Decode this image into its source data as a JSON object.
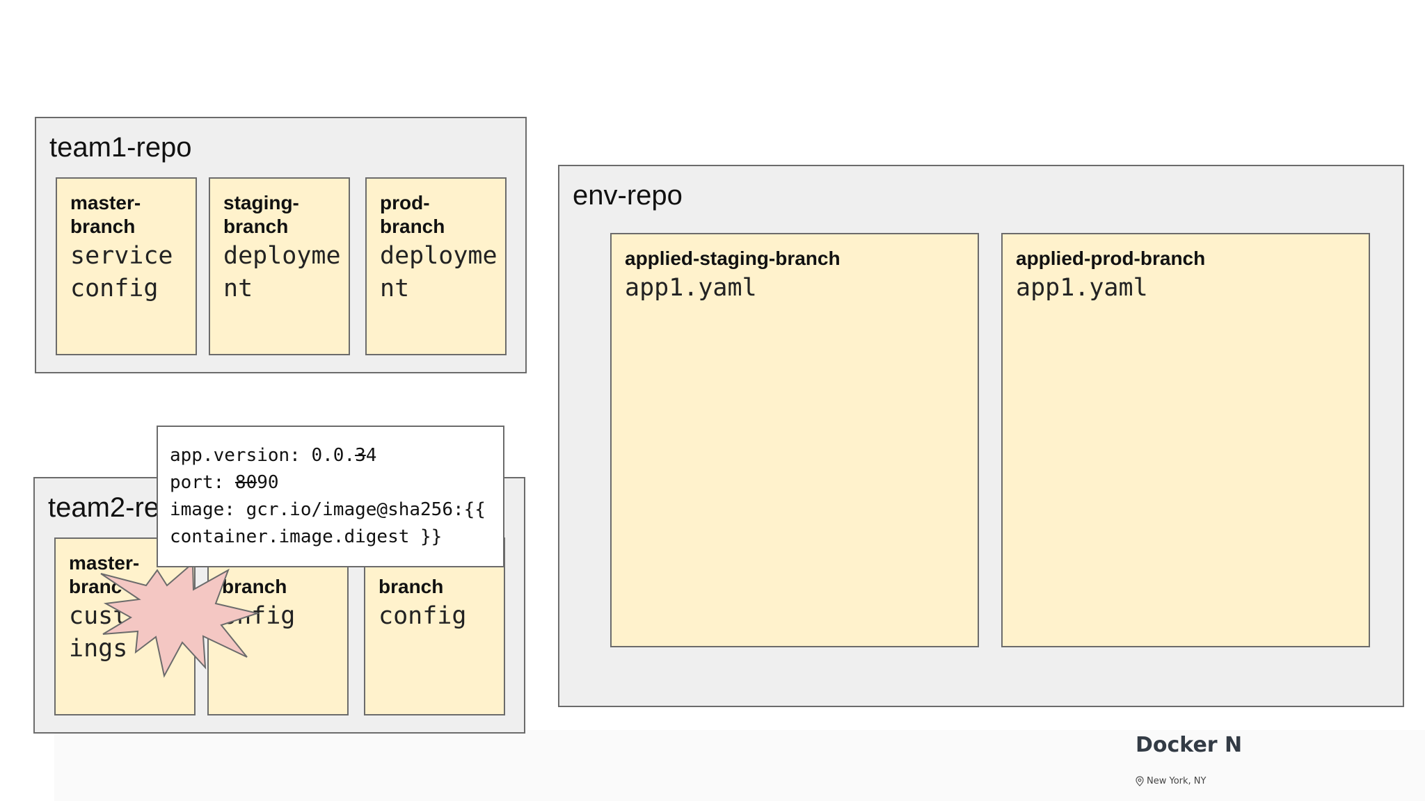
{
  "team1_repo": {
    "title": "team1-repo",
    "branches": [
      {
        "label": "master-branch",
        "file": "service config"
      },
      {
        "label": "staging-branch",
        "file": "deployment"
      },
      {
        "label": "prod-branch",
        "file": "deployment"
      }
    ]
  },
  "team2_repo": {
    "title": "team2-re",
    "branches": [
      {
        "label": "master-branc",
        "file": "cust ettings"
      },
      {
        "label": "branch",
        "file": "onfig"
      },
      {
        "label": "branch",
        "file": "config"
      }
    ]
  },
  "env_repo": {
    "title": "env-repo",
    "branches": [
      {
        "label": "applied-staging-branch",
        "file": "app1.yaml"
      },
      {
        "label": "applied-prod-branch",
        "file": "app1.yaml"
      }
    ]
  },
  "popup": {
    "line1_prefix": "app.version: 0.0.",
    "line1_old": "3",
    "line1_new": "4",
    "line2_prefix": "port: ",
    "line2_old": "80",
    "line2_new": "90",
    "line3": "image: gcr.io/image@sha256:{{",
    "line4": "container.image.digest }}"
  },
  "footer": {
    "brand": "Docker N",
    "location": "New York, NY"
  },
  "colors": {
    "repo_bg": "#efefef",
    "branch_bg": "#fff2cc",
    "burst_fill": "#f4c7c3",
    "border": "#6b6b6b"
  }
}
